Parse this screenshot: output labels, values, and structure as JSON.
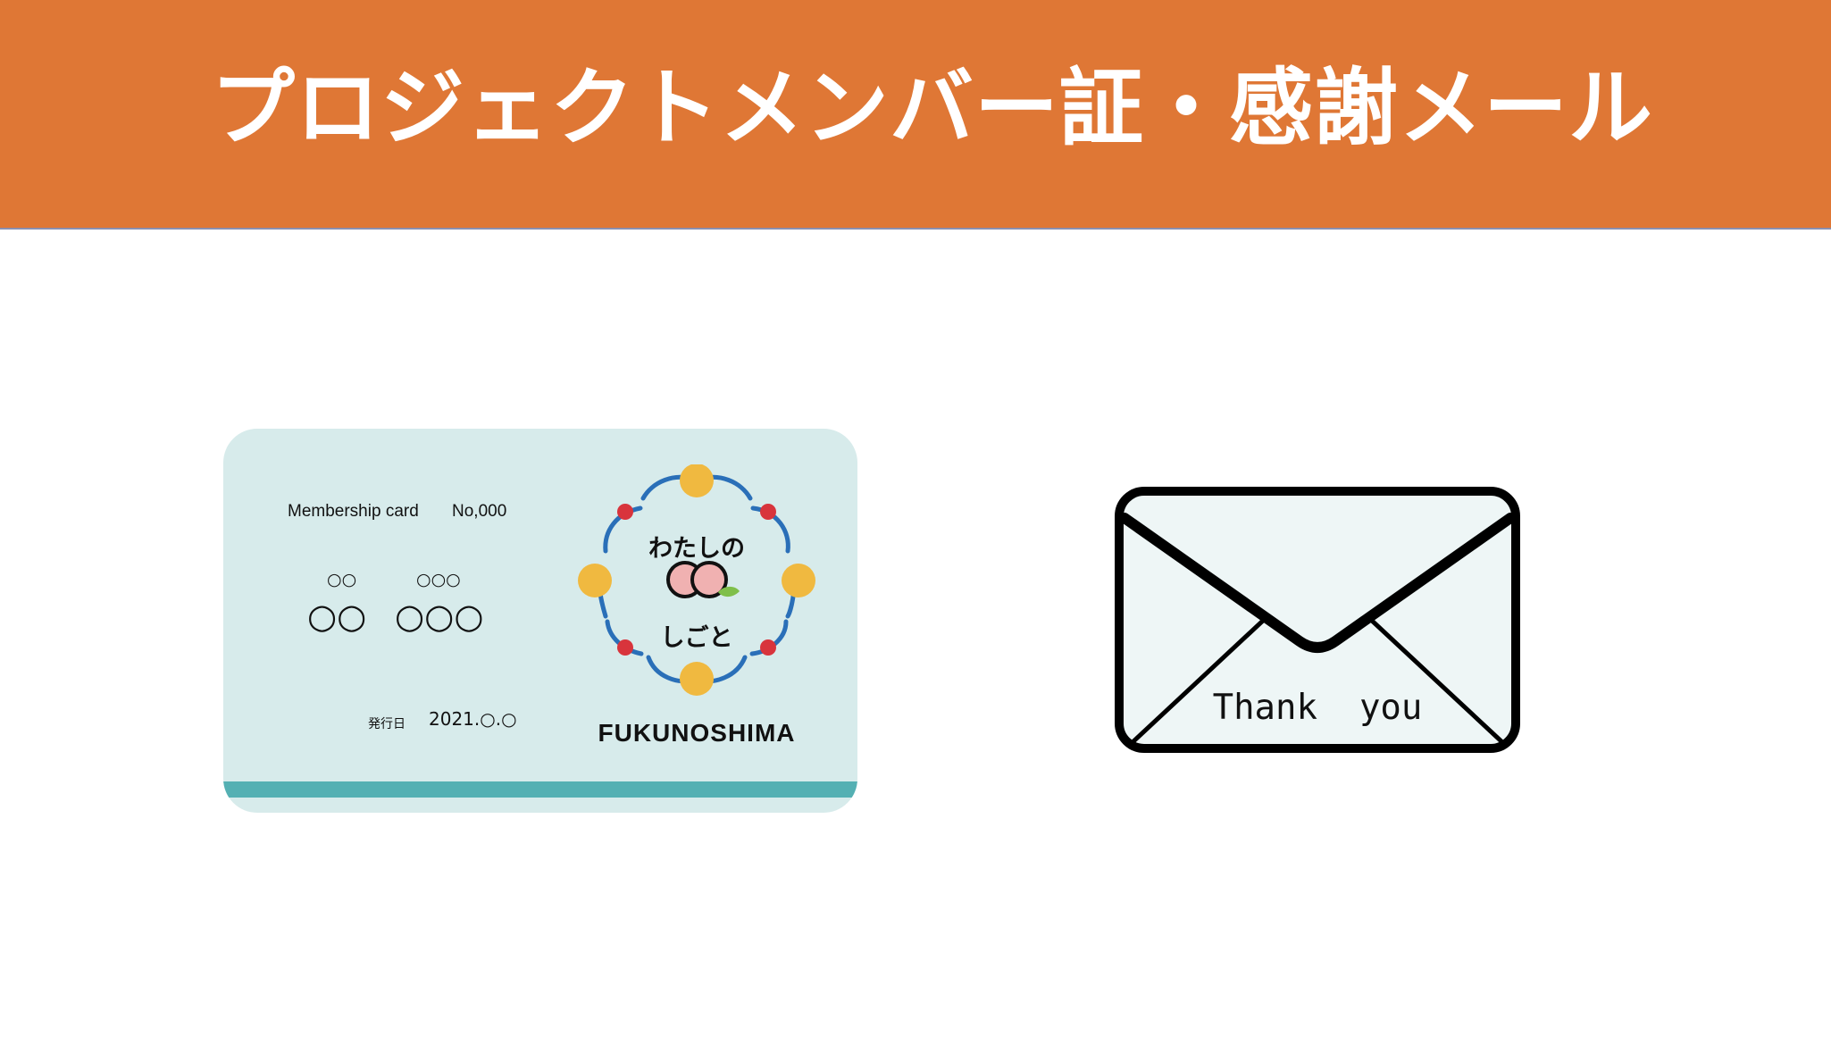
{
  "header": {
    "title": "プロジェクトメンバー証・感謝メール"
  },
  "card": {
    "label": "Membership card",
    "number": "No,000",
    "name_small_1": "○○",
    "name_small_2": "○○○",
    "name_large_1": "○○",
    "name_large_2": "○○○",
    "issue_label": "発行日",
    "issue_date": "2021.○.○",
    "logo_top": "わたしの",
    "logo_bottom": "しごと",
    "logo_brand": "FUKUNOSHIMA"
  },
  "envelope": {
    "text": "Thank  you"
  },
  "colors": {
    "header": "#df7735",
    "card_bg": "#d7ebeb",
    "card_stripe": "#54b0b3",
    "logo_ring": "#2a6fb8",
    "logo_dot_yellow": "#f0b940",
    "logo_dot_red": "#d8343c",
    "envelope_fill": "#eef6f6"
  }
}
